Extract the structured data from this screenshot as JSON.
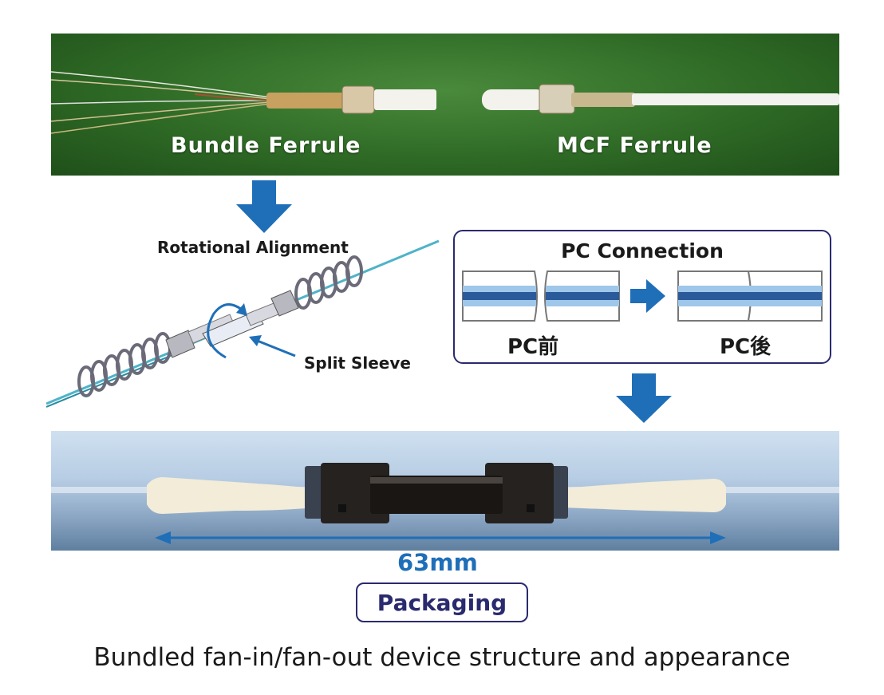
{
  "photo_top": {
    "left_label": "Bundle Ferrule",
    "right_label": "MCF Ferrule"
  },
  "alignment": {
    "title": "Rotational Alignment",
    "sleeve_label": "Split Sleeve"
  },
  "pc_connection": {
    "title": "PC Connection",
    "before_label": "PC前",
    "after_label": "PC後"
  },
  "dimension": {
    "length": "63mm"
  },
  "packaging_label": "Packaging",
  "caption": "Bundled fan-in/fan-out device structure and appearance",
  "colors": {
    "arrow_blue": "#1f6fb8",
    "navy": "#2a2a6e",
    "fiber_teal": "#4fb3c8"
  }
}
